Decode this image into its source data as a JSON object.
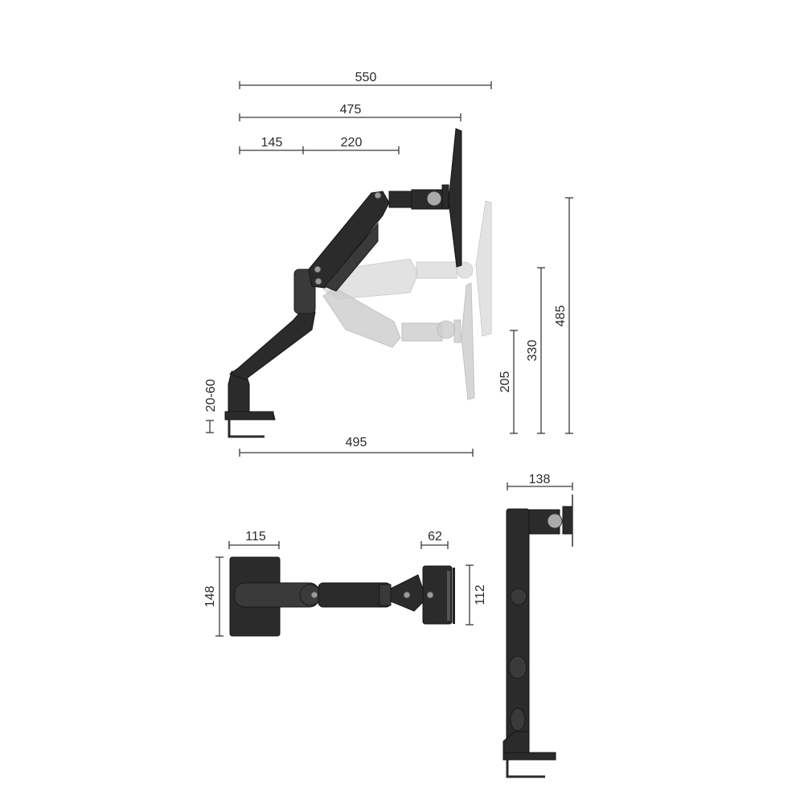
{
  "diagram": {
    "subject": "Gas spring monitor arm with desk clamp",
    "side_view": {
      "dimensions": {
        "total_reach": "550",
        "reach_to_monitor": "475",
        "lower_arm": "145",
        "upper_arm": "220",
        "base_depth": "495",
        "clamp_range": "20-60",
        "height_min": "205",
        "height_mid": "330",
        "height_max": "485"
      }
    },
    "top_view": {
      "dimensions": {
        "base_width": "115",
        "base_length": "148",
        "vesa_depth": "62",
        "vesa_height": "112"
      }
    },
    "front_view": {
      "dimensions": {
        "width": "138"
      }
    },
    "colors": {
      "arm": "#2b2b2b",
      "ghost": "#cfcfcf",
      "dimension_line": "#3a3a3a",
      "background": "#ffffff"
    }
  }
}
